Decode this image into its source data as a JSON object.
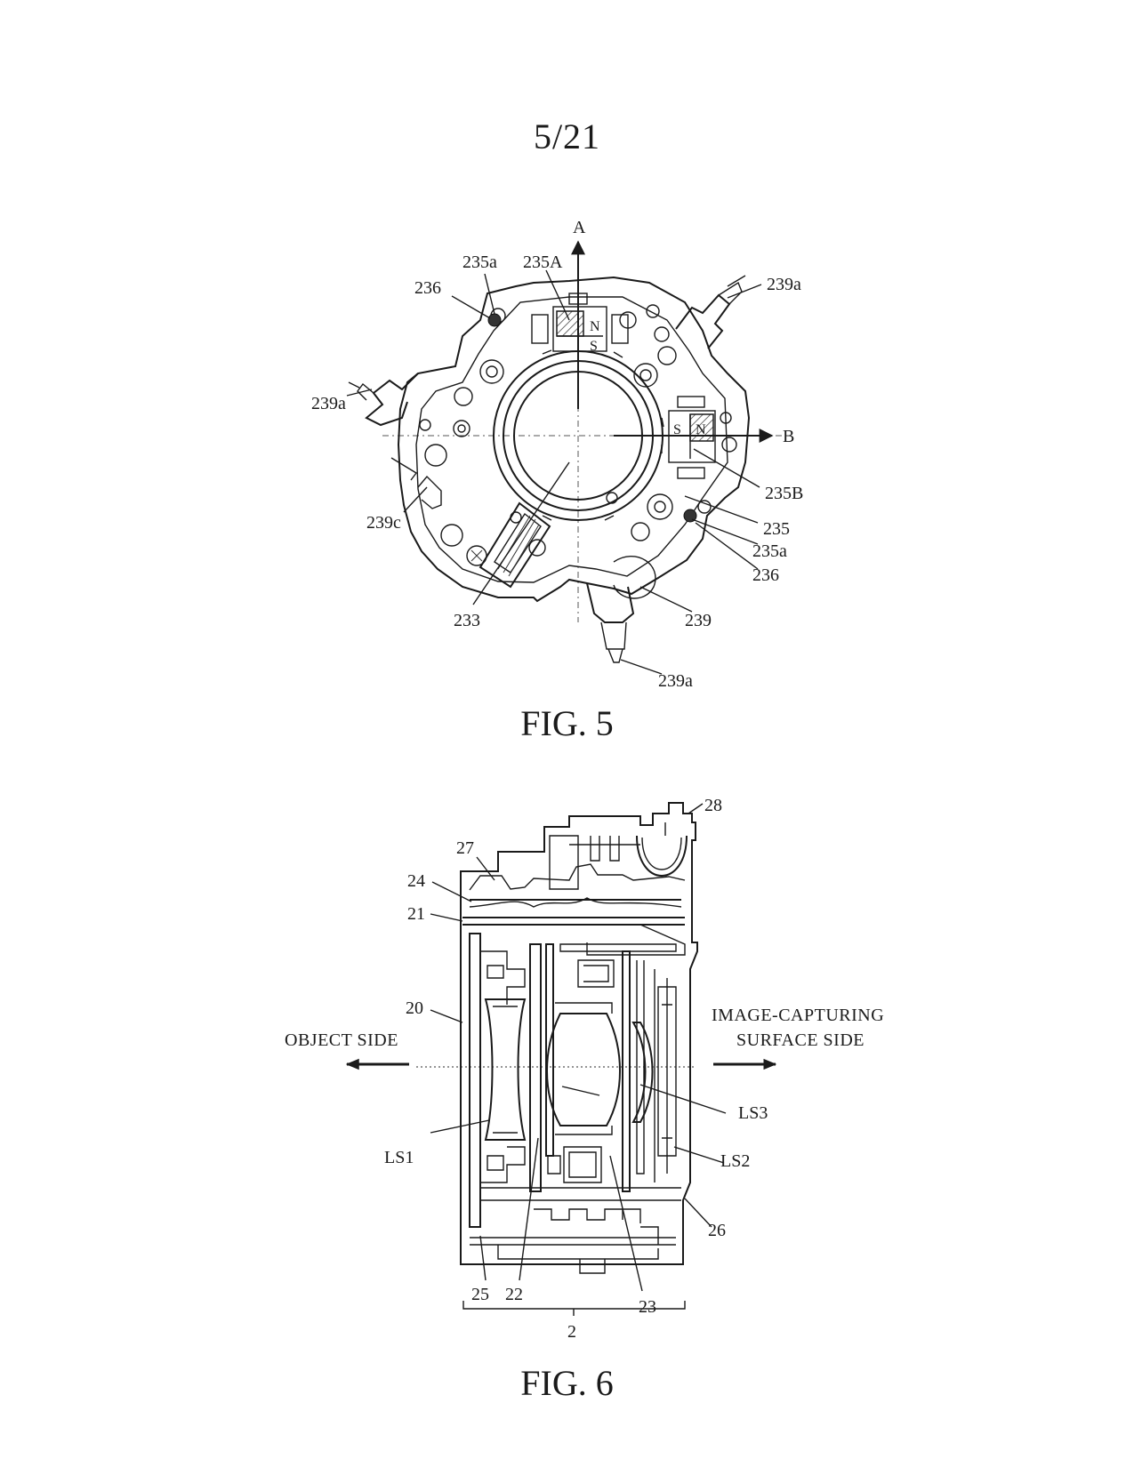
{
  "page_number": "5/21",
  "fig5": {
    "caption": "FIG. 5",
    "labels": {
      "l235a_top": "235a",
      "l235A": "235A",
      "l236_top": "236",
      "l239a_right": "239a",
      "l239a_left": "239a",
      "axisA": "A",
      "axisB": "B",
      "magnetA_N": "N",
      "magnetA_S": "S",
      "magnetB_S": "S",
      "magnetB_N": "N",
      "l235B": "235B",
      "l239c": "239c",
      "l235": "235",
      "l235a_bottom": "235a",
      "l236_bottom": "236",
      "l233": "233",
      "l239": "239",
      "l239a_bottom": "239a"
    }
  },
  "fig6": {
    "caption": "FIG. 6",
    "labels": {
      "l28": "28",
      "l27": "27",
      "l24": "24",
      "l21": "21",
      "l20": "20",
      "object_side": "OBJECT SIDE",
      "image_side_line1": "IMAGE-CAPTURING",
      "image_side_line2": "SURFACE SIDE",
      "LS1": "LS1",
      "LS3": "LS3",
      "LS2": "LS2",
      "l26": "26",
      "l25": "25",
      "l22": "22",
      "l23": "23",
      "l2": "2"
    }
  }
}
